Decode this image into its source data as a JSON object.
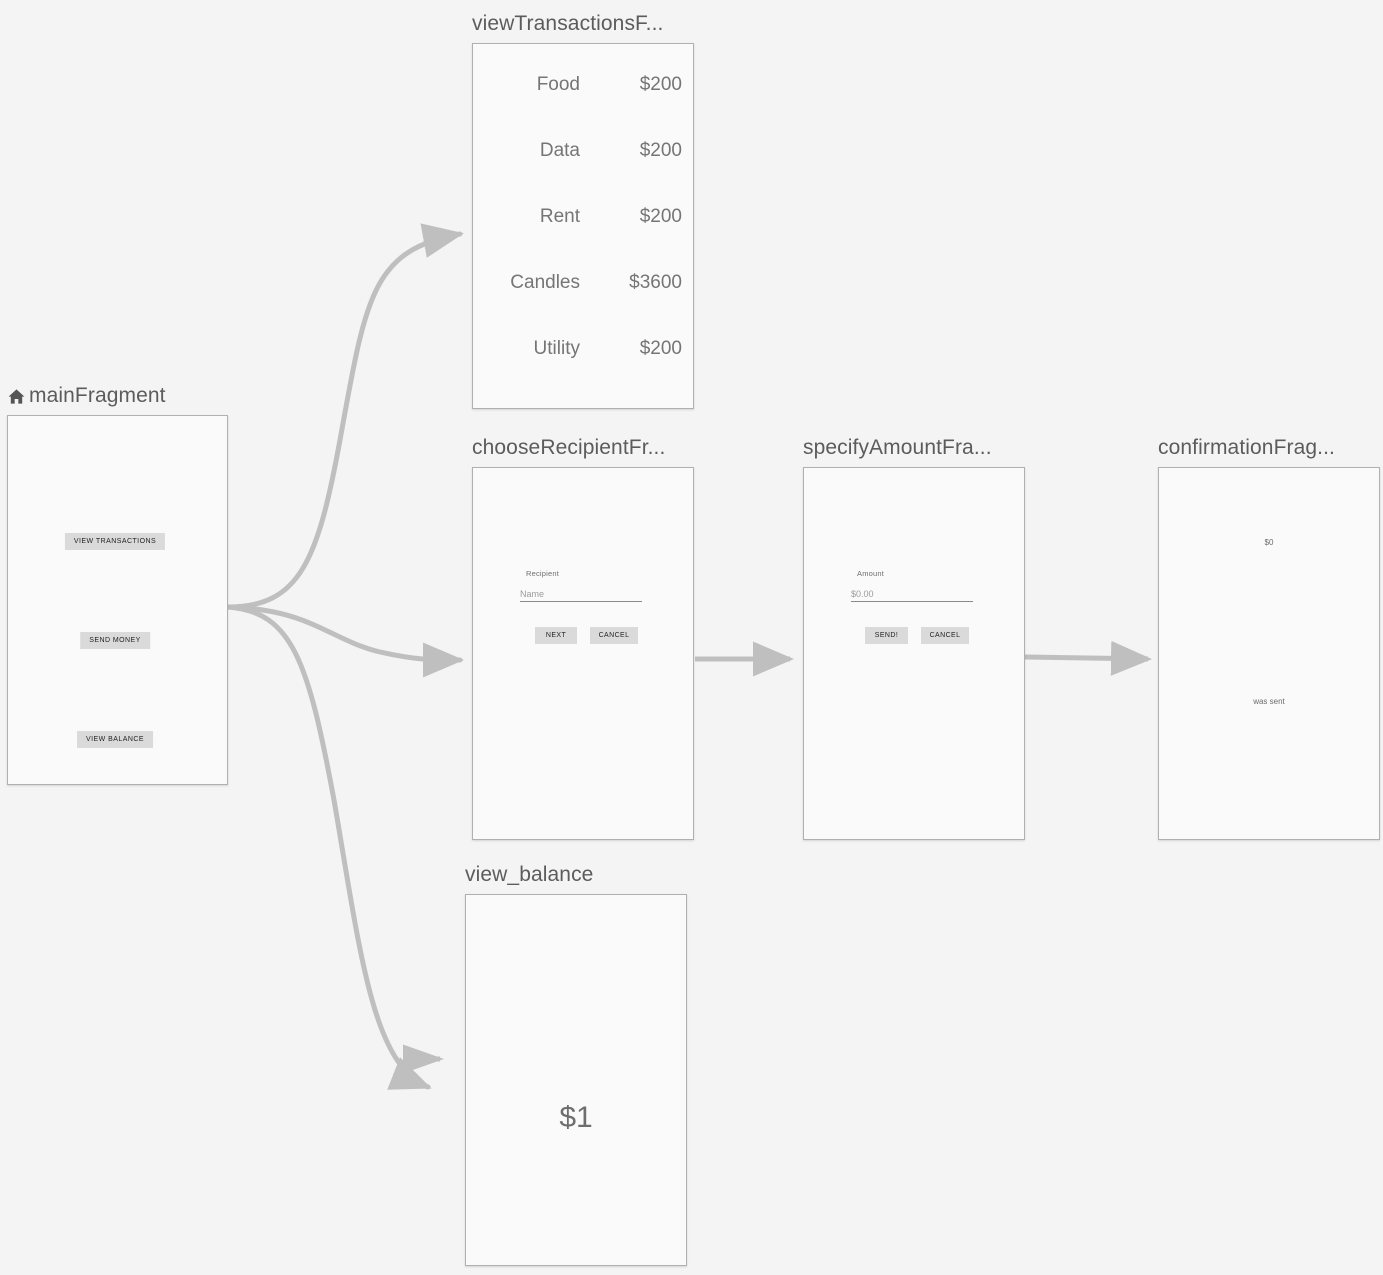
{
  "canvas": {
    "background_color": "#f4f4f4",
    "node_fill_color": "#fafafa",
    "node_border_color": "#b0b0b0",
    "connector_color": "#bfbfbf",
    "label_color": "#5c5c5c"
  },
  "nodes": {
    "main": {
      "label": "mainFragment",
      "start_icon": "home-icon",
      "buttons": [
        {
          "label": "VIEW TRANSACTIONS"
        },
        {
          "label": "SEND MONEY"
        },
        {
          "label": "VIEW BALANCE"
        }
      ]
    },
    "view_transactions": {
      "label": "viewTransactionsF...",
      "transactions": [
        {
          "name": "Food",
          "amount": "$200"
        },
        {
          "name": "Data",
          "amount": "$200"
        },
        {
          "name": "Rent",
          "amount": "$200"
        },
        {
          "name": "Candles",
          "amount": "$3600"
        },
        {
          "name": "Utility",
          "amount": "$200"
        }
      ]
    },
    "choose_recipient": {
      "label": "chooseRecipientFr...",
      "field_label": "Recipient",
      "field_value": "Name",
      "primary_button": "NEXT",
      "secondary_button": "CANCEL"
    },
    "specify_amount": {
      "label": "specifyAmountFra...",
      "field_label": "Amount",
      "field_value": "$0.00",
      "primary_button": "SEND!",
      "secondary_button": "CANCEL"
    },
    "confirmation": {
      "label": "confirmationFrag...",
      "amount": "$0",
      "message": "was sent"
    },
    "view_balance": {
      "label": "view_balance",
      "amount": "$1"
    }
  },
  "connections": [
    {
      "from": "main",
      "to": "view_transactions"
    },
    {
      "from": "main",
      "to": "choose_recipient"
    },
    {
      "from": "main",
      "to": "view_balance"
    },
    {
      "from": "choose_recipient",
      "to": "specify_amount"
    },
    {
      "from": "specify_amount",
      "to": "confirmation"
    },
    {
      "from": "main",
      "to": "view_balance"
    }
  ]
}
